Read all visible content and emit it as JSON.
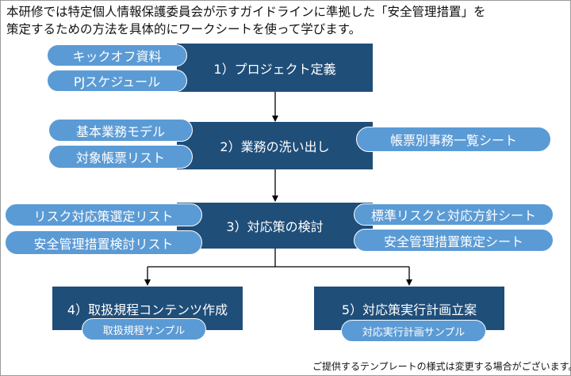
{
  "intro": {
    "line1": "本研修では特定個人情報保護委員会が示すガイドラインに準拠した「安全管理措置」を",
    "line2": "策定するための方法を具体的にワークシートを使って学びます。"
  },
  "steps": [
    {
      "label": "1）プロジェクト定義"
    },
    {
      "label": "2）業務の洗い出し"
    },
    {
      "label": "3）対応策の検討"
    },
    {
      "label": "4）取扱規程コンテンツ作成"
    },
    {
      "label": "5）対応策実行計画立案"
    }
  ],
  "tags": {
    "kickoff": "キックオフ資料",
    "pj_schedule": "PJスケジュール",
    "business_model": "基本業務モデル",
    "forms_list": "対象帳票リスト",
    "forms_sheet": "帳票別事務一覧シート",
    "risk_list": "リスク対応策選定リスト",
    "measures_review": "安全管理措置検討リスト",
    "standard_risk": "標準リスクと対応方針シート",
    "measures_sheet": "安全管理措置策定シート",
    "rules_sample": "取扱規程サンプル",
    "plan_sample": "対応実行計画サンプル"
  },
  "footer": "ご提供するテンプレートの様式は変更する場合がございます。",
  "colors": {
    "box": "#1f4e79",
    "pill": "#5b9bd5",
    "connector": "#000000"
  }
}
